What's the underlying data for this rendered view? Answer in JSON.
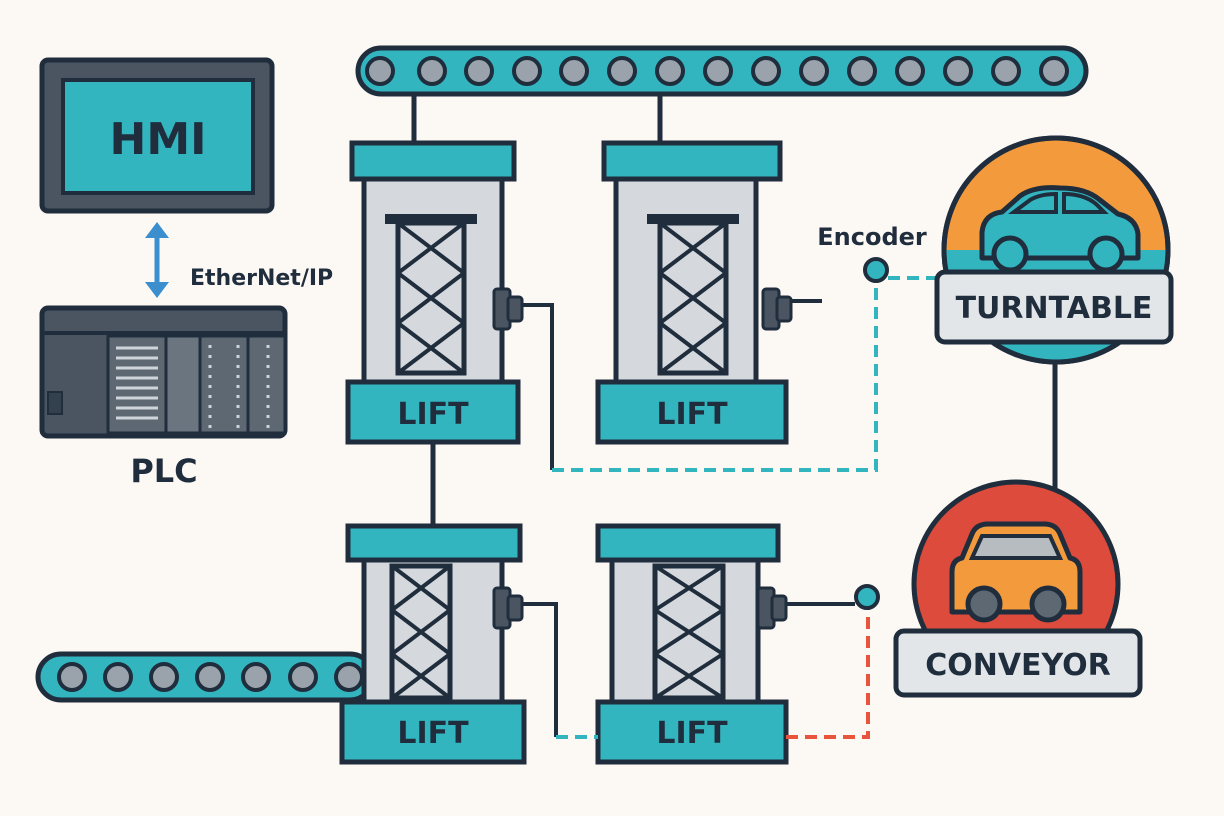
{
  "hmi": {
    "label": "HMI"
  },
  "plc": {
    "label": "PLC"
  },
  "link": {
    "label": "EtherNet/IP"
  },
  "encoder": {
    "label": "Encoder"
  },
  "lifts": [
    {
      "label": "LIFT"
    },
    {
      "label": "LIFT"
    },
    {
      "label": "LIFT"
    },
    {
      "label": "LIFT"
    }
  ],
  "turntable": {
    "label": "TURNTABLE"
  },
  "conveyor": {
    "label": "CONVEYOR"
  },
  "colors": {
    "teal": "#33b5bf",
    "outline": "#1f2d3d",
    "frame": "#d5d9dd",
    "roller": "#9aa3ab",
    "turntable_bg": "#f29a3c",
    "conveyor_bg": "#dc4b3b",
    "signal_dashed": "#33b5bf",
    "alarm_dashed": "#e8553c",
    "arrow": "#3b8fcf"
  }
}
